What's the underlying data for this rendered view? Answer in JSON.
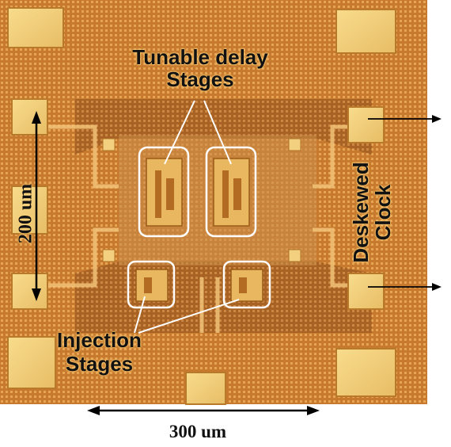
{
  "labels": {
    "tunable_line1": "Tunable delay",
    "tunable_line2": "Stages",
    "injection_line1": "Injection",
    "injection_line2": "Stages",
    "height_dim": "200 um",
    "width_dim": "300 um",
    "output_line1": "Deskewed",
    "output_line2": "Clock"
  },
  "colors": {
    "die": "#c97a2c",
    "pad": "#f0cf7e",
    "highlight_box": "#ffffff",
    "arrow": "#000000"
  }
}
